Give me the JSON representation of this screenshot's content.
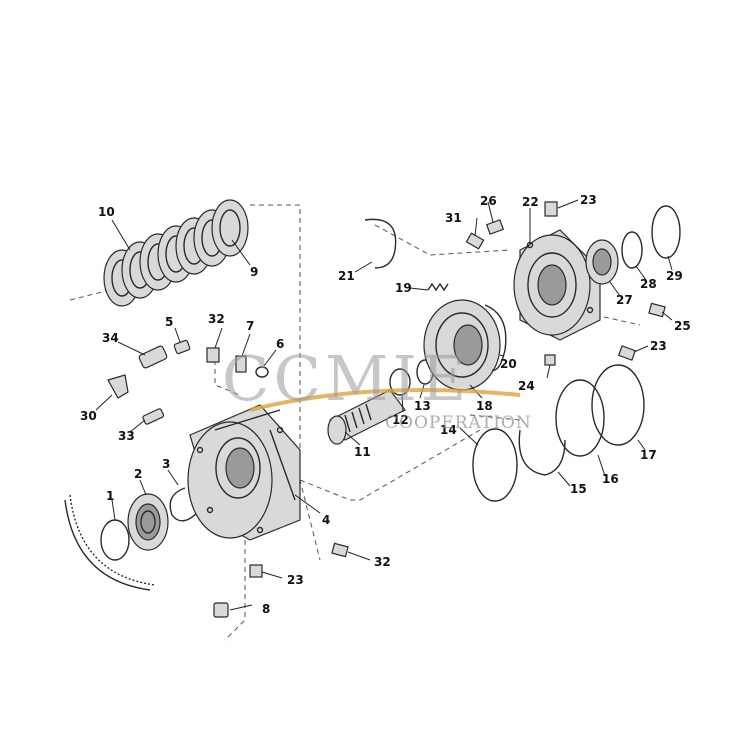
{
  "watermark": {
    "brand": "CCMIE",
    "subtitle": "COOPERATION",
    "swoosh_color": "#e0a23a"
  },
  "callouts": [
    {
      "id": "c1",
      "label": "1"
    },
    {
      "id": "c2",
      "label": "2"
    },
    {
      "id": "c3",
      "label": "3"
    },
    {
      "id": "c4",
      "label": "4"
    },
    {
      "id": "c5",
      "label": "5"
    },
    {
      "id": "c6",
      "label": "6"
    },
    {
      "id": "c7",
      "label": "7"
    },
    {
      "id": "c8",
      "label": "8"
    },
    {
      "id": "c9",
      "label": "9"
    },
    {
      "id": "c10",
      "label": "10"
    },
    {
      "id": "c11",
      "label": "11"
    },
    {
      "id": "c12",
      "label": "12"
    },
    {
      "id": "c13",
      "label": "13"
    },
    {
      "id": "c14",
      "label": "14"
    },
    {
      "id": "c15",
      "label": "15"
    },
    {
      "id": "c16",
      "label": "16"
    },
    {
      "id": "c17",
      "label": "17"
    },
    {
      "id": "c18",
      "label": "18"
    },
    {
      "id": "c19",
      "label": "19"
    },
    {
      "id": "c20",
      "label": "20"
    },
    {
      "id": "c21",
      "label": "21"
    },
    {
      "id": "c22",
      "label": "22"
    },
    {
      "id": "c23a",
      "label": "23"
    },
    {
      "id": "c23b",
      "label": "23"
    },
    {
      "id": "c23c",
      "label": "23"
    },
    {
      "id": "c24",
      "label": "24"
    },
    {
      "id": "c25",
      "label": "25"
    },
    {
      "id": "c26",
      "label": "26"
    },
    {
      "id": "c27",
      "label": "27"
    },
    {
      "id": "c28",
      "label": "28"
    },
    {
      "id": "c29",
      "label": "29"
    },
    {
      "id": "c30",
      "label": "30"
    },
    {
      "id": "c31",
      "label": "31"
    },
    {
      "id": "c32a",
      "label": "32"
    },
    {
      "id": "c32b",
      "label": "32"
    },
    {
      "id": "c33",
      "label": "33"
    },
    {
      "id": "c34",
      "label": "34"
    }
  ]
}
